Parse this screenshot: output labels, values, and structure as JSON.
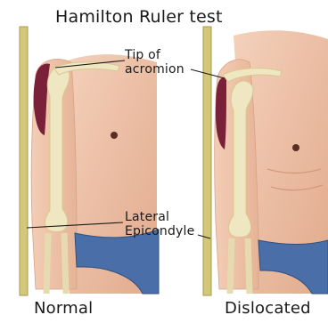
{
  "title": "Hamilton Ruler test",
  "labels": {
    "acromion_line1": "Tip of",
    "acromion_line2": "acromion",
    "epicondyle_line1": "Lateral",
    "epicondyle_line2": "Epicondyle"
  },
  "captions": {
    "normal": "Normal",
    "dislocated": "Dislocated"
  },
  "colors": {
    "skin": "#efc3a8",
    "skin_shadow": "#d99a80",
    "bone": "#efe6c2",
    "bone_outline": "#d8c98e",
    "muscle": "#7a2038",
    "ruler": "#d4c77a",
    "underwear": "#4a6fa8",
    "nipple": "#5a2e22"
  }
}
